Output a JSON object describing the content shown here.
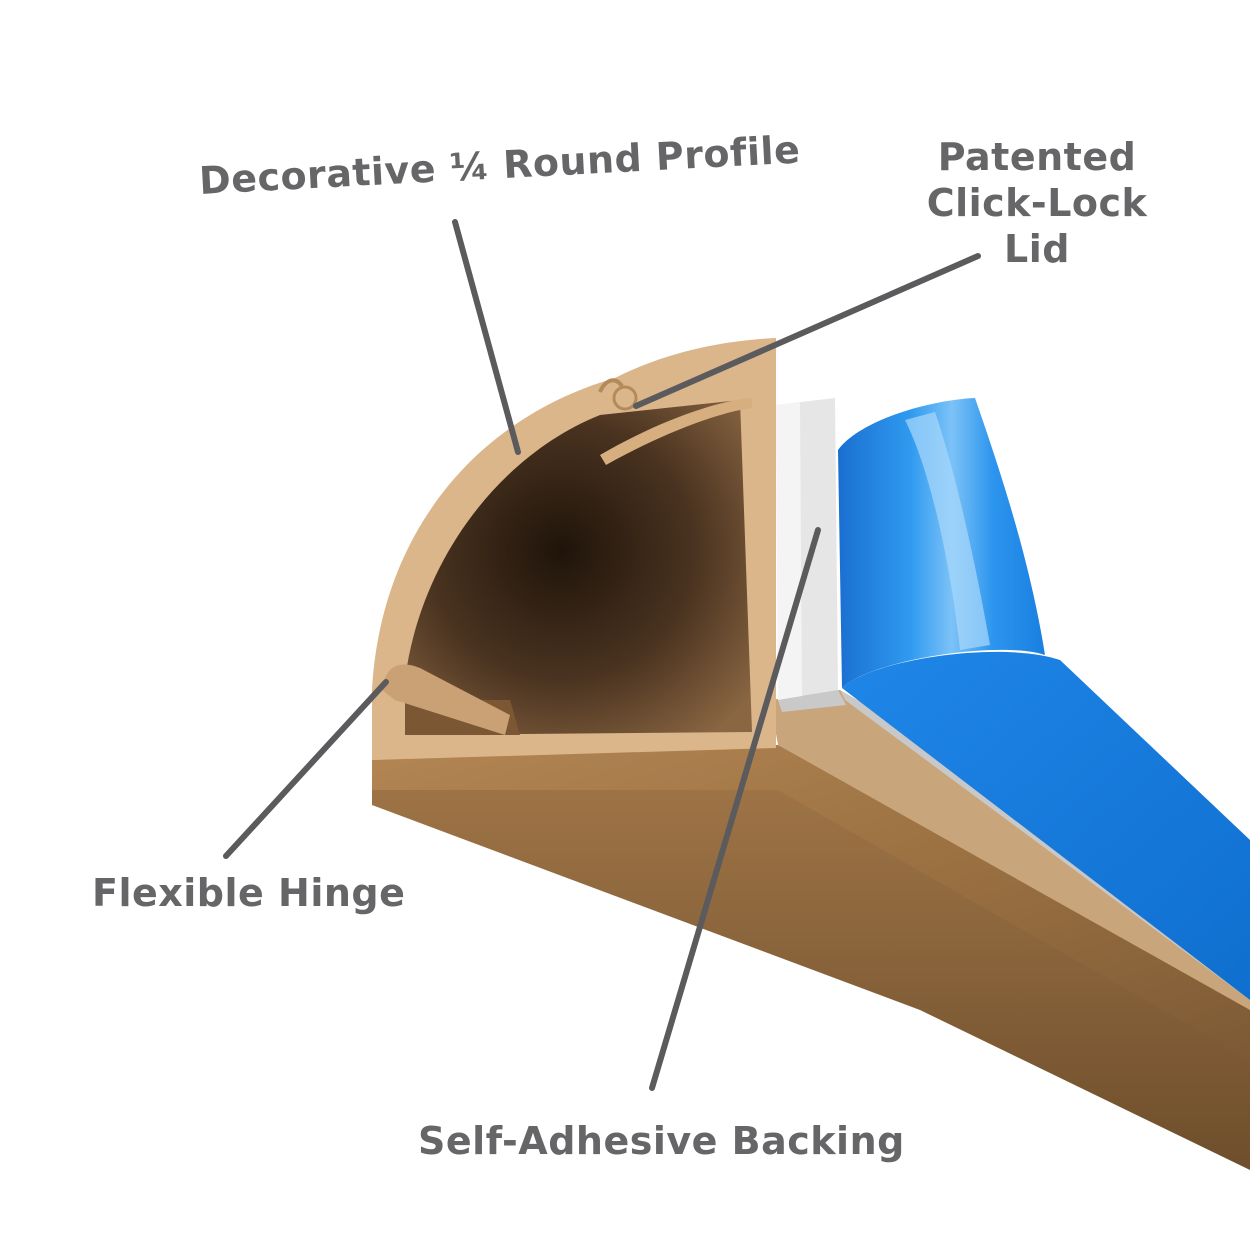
{
  "labels": {
    "profile": "Decorative ¼ Round Profile",
    "lid_line1": "Patented",
    "lid_line2": "Click-Lock",
    "lid_line3": "Lid",
    "hinge": "Flexible Hinge",
    "backing": "Self-Adhesive Backing"
  },
  "colors": {
    "background": "#ffffff",
    "text": "#666668",
    "leader": "#5b5b5e",
    "profile_edge": "#d9b38a",
    "profile_body": "#a87a48",
    "interior_dark": "#2a1c10",
    "adhesive_white": "#e4e4e4",
    "tape_blue": "#1e8fe8"
  }
}
